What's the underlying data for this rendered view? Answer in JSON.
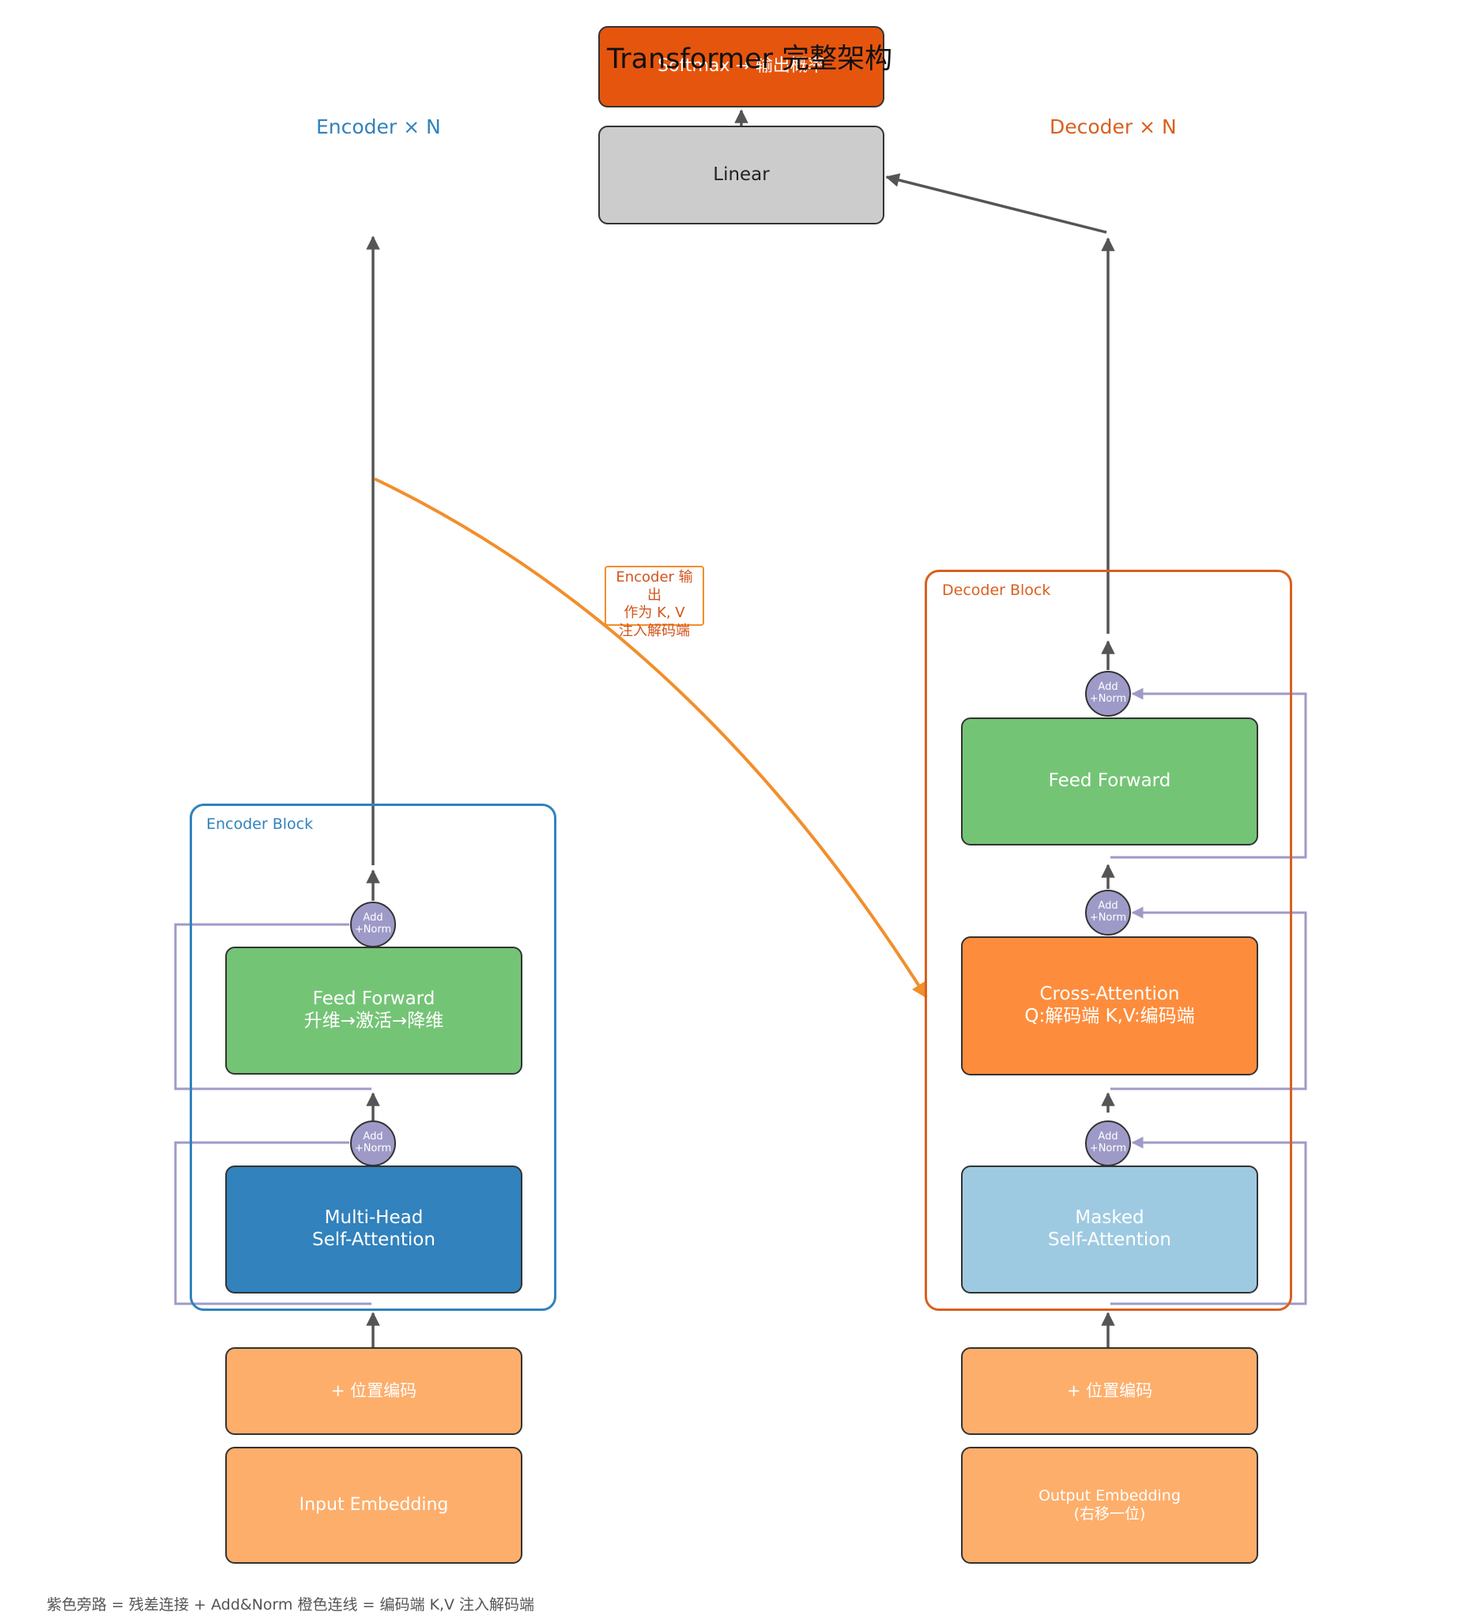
{
  "title": "Transformer 完整架构",
  "encoder": {
    "stack_label": "Encoder × N",
    "block_label": "Encoder Block",
    "feed_forward": {
      "line1": "Feed Forward",
      "line2": "升维→激活→降维"
    },
    "self_attention": {
      "line1": "Multi-Head",
      "line2": "Self-Attention"
    },
    "positional": "+ 位置编码",
    "embedding": "Input Embedding"
  },
  "decoder": {
    "stack_label": "Decoder × N",
    "block_label": "Decoder Block",
    "feed_forward": "Feed Forward",
    "cross_attention": {
      "line1": "Cross-Attention",
      "line2": "Q:解码端  K,V:编码端"
    },
    "masked_attention": {
      "line1": "Masked",
      "line2": "Self-Attention"
    },
    "positional": "+ 位置编码",
    "embedding": {
      "line1": "Output Embedding",
      "line2": "(右移一位)"
    }
  },
  "add_norm": {
    "line1": "Add",
    "line2": "+Norm"
  },
  "output": {
    "softmax": "Softmax → 输出概率",
    "linear": "Linear"
  },
  "callout": {
    "line1": "Encoder 输出",
    "line2": "作为 K, V",
    "line3": "注入解码端"
  },
  "legend": "紫色旁路 = 残差连接 + Add&Norm    橙色连线 = 编码端 K,V 注入解码端",
  "colors": {
    "encoder_blue": "#3182bd",
    "decoder_orange": "#d9601e",
    "softmax_orange": "#e6550d",
    "linear_gray": "#cccccc",
    "feed_forward_green": "#74c476",
    "self_attention_blue": "#3182bd",
    "cross_attention_orange": "#fd8d3c",
    "masked_attention_lightblue": "#9ecae1",
    "embedding_orange": "#fdae6b",
    "add_norm_purple": "#9e9ac8",
    "residual_purple": "#9e9ac8",
    "cross_link_orange": "#f28e2b",
    "arrow_gray": "#555555"
  }
}
